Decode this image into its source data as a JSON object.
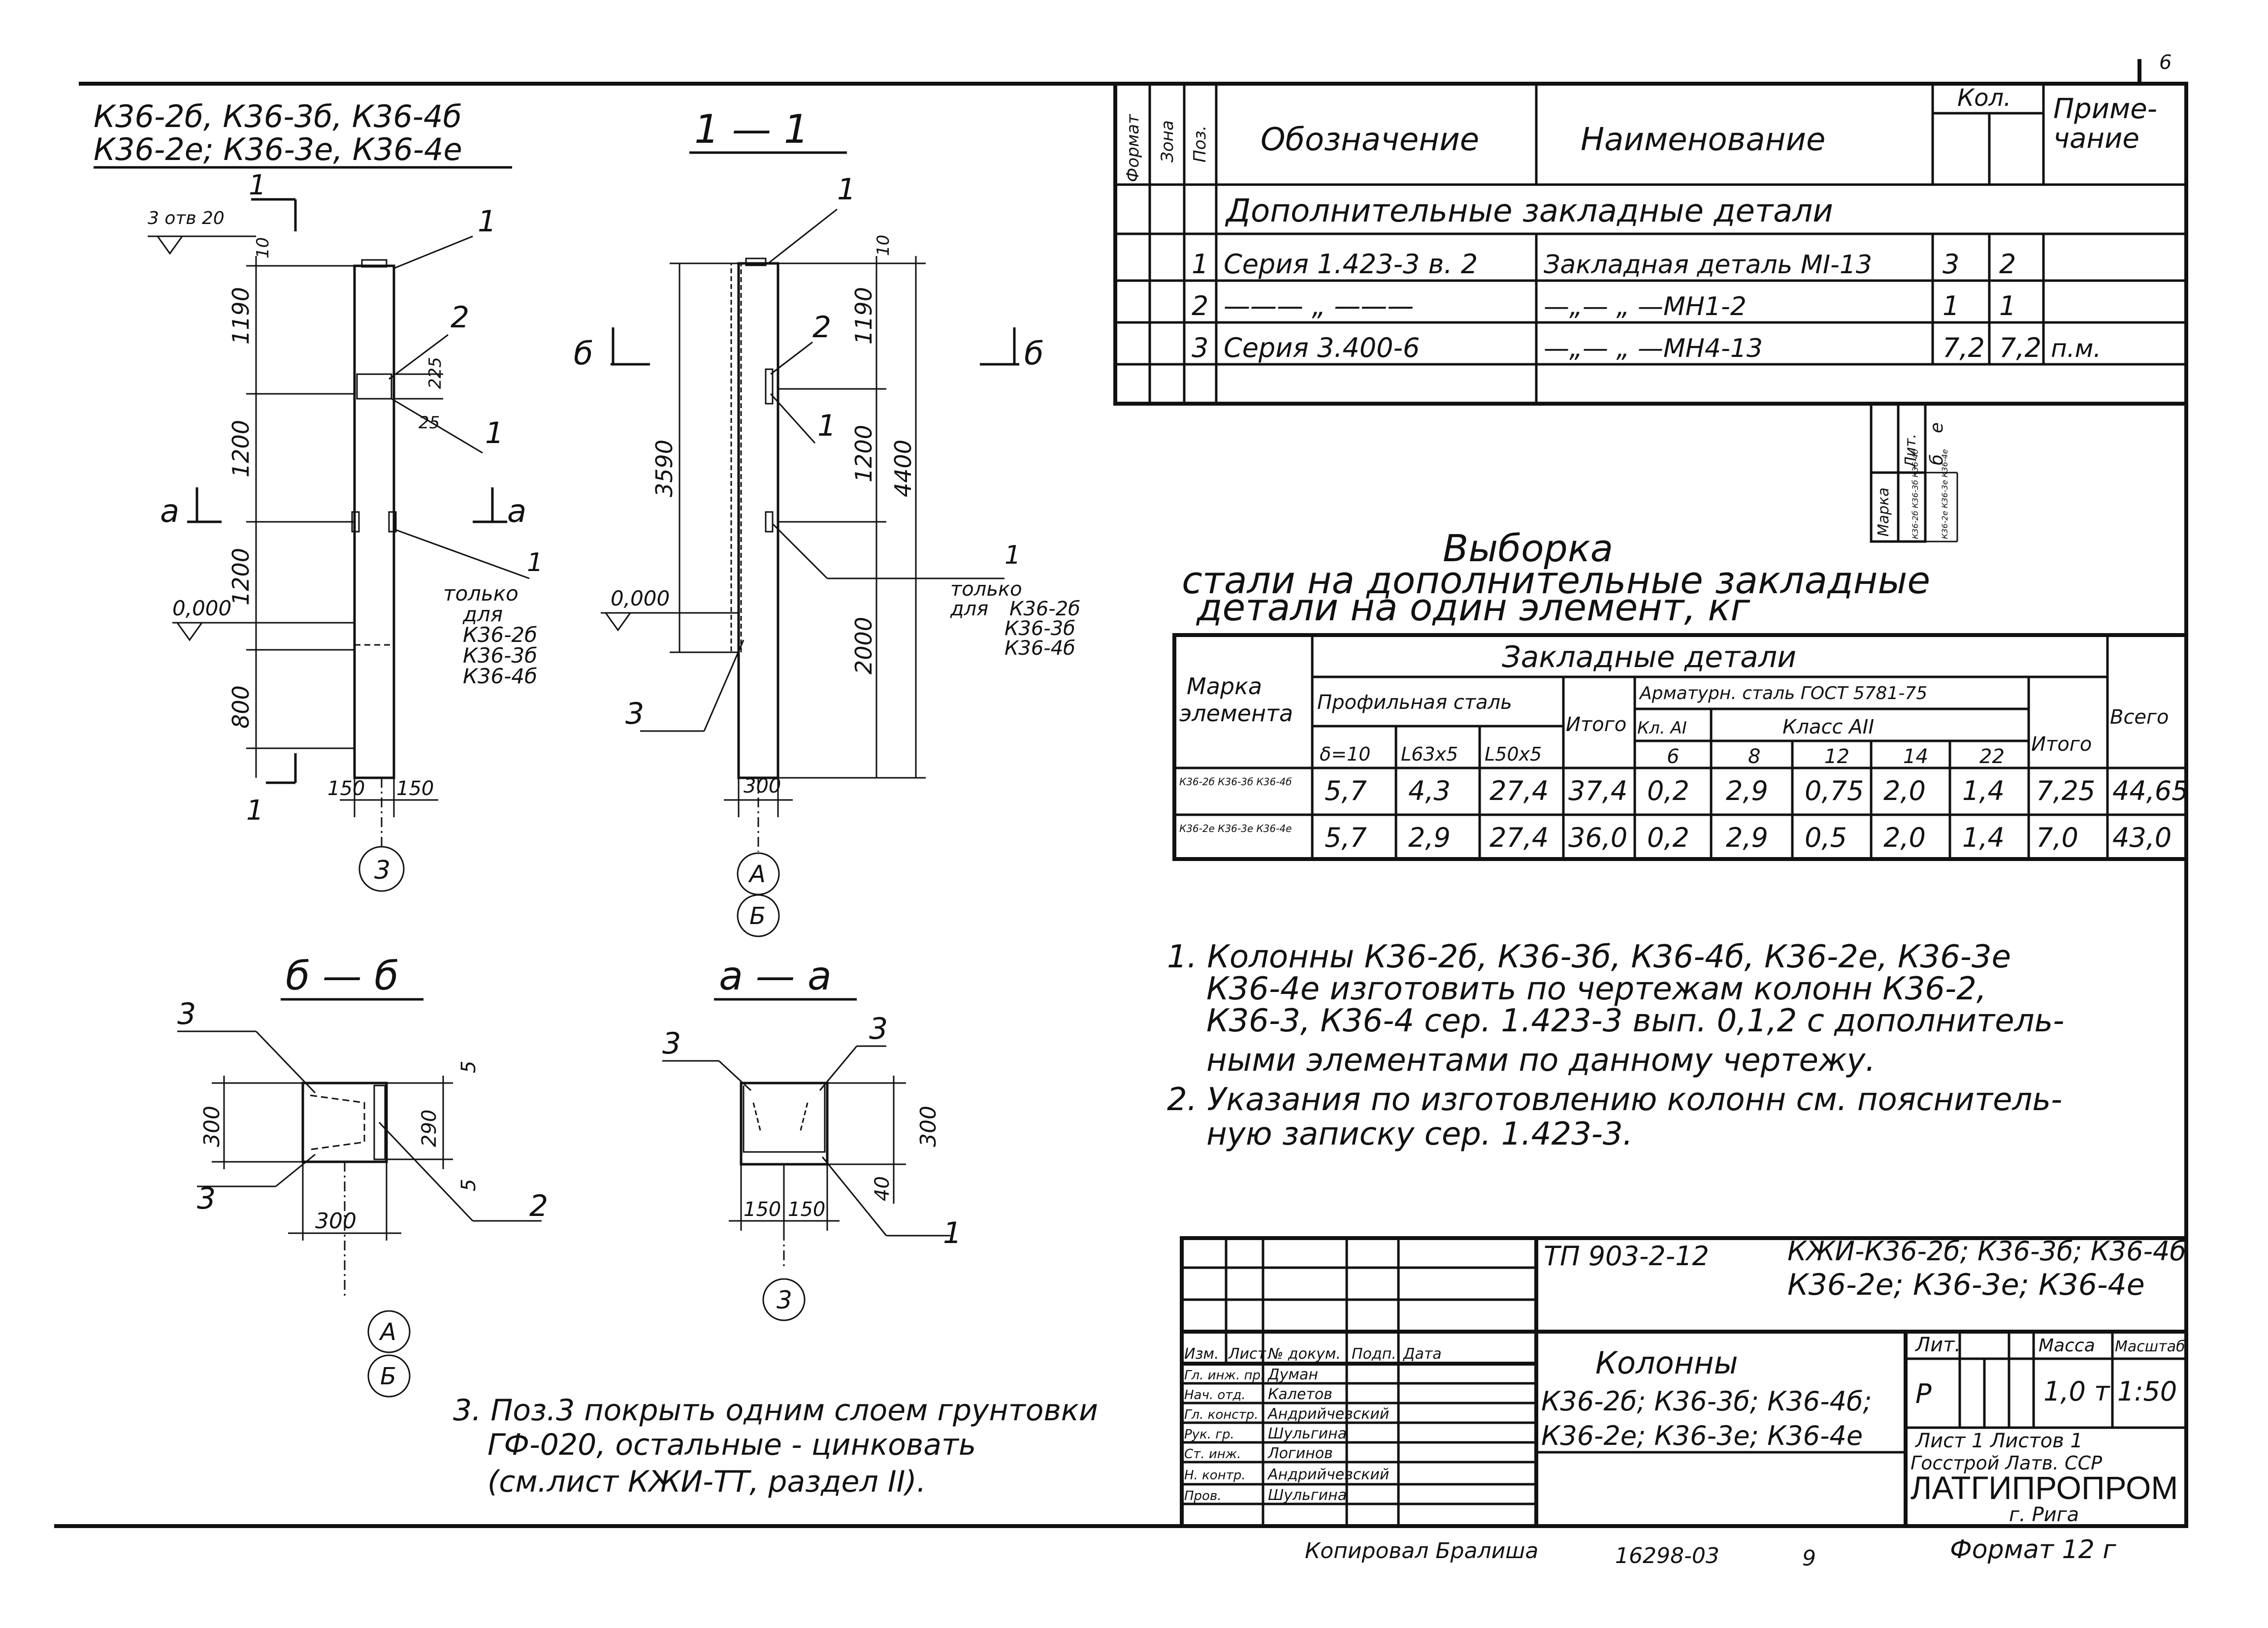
{
  "sheet": {
    "page_number": "6",
    "marks_title_line1": "К36-2б, К36-3б, К36-4б",
    "marks_title_line2": "К36-2е; К36-3е, К36-4е",
    "section_11": "1 — 1",
    "section_bb": "б — б",
    "section_aa": "а — а",
    "cut_labels": {
      "one": "1",
      "b": "б",
      "a": "а"
    },
    "axis_labels": {
      "three": "3",
      "A": "А",
      "B": "Б"
    }
  },
  "elevation_left": {
    "top_label": "3 отв 20",
    "dims": [
      "10",
      "1190",
      "1200",
      "1200",
      "800",
      "150",
      "150",
      "225",
      "25"
    ],
    "zero": "0,000",
    "pos_labels": [
      "1",
      "2",
      "1",
      "1"
    ],
    "note_only_for": [
      "только",
      "для",
      "К36-2б",
      "К36-3б",
      "К36-4б"
    ]
  },
  "elevation_right": {
    "dims": [
      "10",
      "1190",
      "1200",
      "2000",
      "3590",
      "4400",
      "300"
    ],
    "zero": "0,000",
    "pos_labels": [
      "1",
      "2",
      "1",
      "1",
      "3"
    ],
    "note_only_for": [
      "только",
      "для",
      "К36-2б",
      "К36-3б",
      "К36-4б"
    ]
  },
  "section_bb_dims": {
    "h": "300",
    "inner": "290",
    "w": "300",
    "gap_top": "5",
    "gap_bot": "5",
    "pos": [
      "3",
      "3",
      "2"
    ]
  },
  "section_aa_dims": {
    "h": "300",
    "d": "40",
    "w1": "150",
    "w2": "150",
    "pos": [
      "3",
      "3",
      "1"
    ]
  },
  "spec_table": {
    "headers": {
      "format": "Формат",
      "zone": "Зона",
      "pos": "Поз.",
      "designation": "Обозначение",
      "name": "Наименование",
      "qty": "Кол.",
      "note": "Приме-\nчание"
    },
    "group_title": "Дополнительные закладные детали",
    "rows": [
      {
        "pos": "1",
        "designation": "Серия 1.423-3 в. 2",
        "name": "Закладная деталь МI-13",
        "q1": "3",
        "q2": "2",
        "note": ""
      },
      {
        "pos": "2",
        "designation": "——— „ ———",
        "name": "—„— „ —МН1-2",
        "q1": "1",
        "q2": "1",
        "note": ""
      },
      {
        "pos": "3",
        "designation": "Серия 3.400-6",
        "name": "—„— „ —МН4-13",
        "q1": "7,2",
        "q2": "7,2",
        "note": "п.м."
      }
    ],
    "mark_block": {
      "lit": "Лит.",
      "marka": "Марка",
      "m1": "К36-2б К36-3б К36-4б",
      "m2": "К36-2е К36-3е К36-4е",
      "v1": "б",
      "v2": "е"
    }
  },
  "steel_table": {
    "title_line1": "Выборка",
    "title_line2": "стали на дополнительные закладные",
    "title_line3": "детали на один элемент, кг",
    "header_group": "Закладные детали",
    "col_mark": "Марка элемента",
    "col_profile": "Профильная сталь",
    "col_armat": "Арматурн. сталь ГОСТ 5781-75",
    "col_kl_a1": "Кл. АI",
    "col_klass_a2": "Класс АII",
    "col_itogo": "Итого",
    "col_vsego": "Всего",
    "sub_profile": [
      "δ=10",
      "L63x5",
      "L50x5"
    ],
    "sub_armat": [
      "6",
      "8",
      "12",
      "14",
      "22"
    ],
    "rows": [
      {
        "mark": "К36-2б К36-3б К36-4б",
        "vals": [
          "5,7",
          "4,3",
          "27,4",
          "37,4",
          "0,2",
          "2,9",
          "0,75",
          "2,0",
          "1,4",
          "7,25",
          "44,65"
        ]
      },
      {
        "mark": "К36-2е К36-3е К36-4е",
        "vals": [
          "5,7",
          "2,9",
          "27,4",
          "36,0",
          "0,2",
          "2,9",
          "0,5",
          "2,0",
          "1,4",
          "7,0",
          "43,0"
        ]
      }
    ]
  },
  "notes": {
    "n1": [
      "1.  Колонны К36-2б, К36-3б, К36-4б, К36-2е, К36-3е",
      "К36-4е изготовить по чертежам колонн К36-2,",
      "К36-3, К36-4 сер. 1.423-3 вып. 0,1,2 с дополнитель-",
      "ными элементами по данному чертежу."
    ],
    "n2": [
      "2.  Указания по изготовлению колонн см. пояснитель-",
      "ную записку сер. 1.423-3."
    ],
    "n3": [
      "3.  Поз.3 покрыть одним слоем грунтовки",
      "ГФ-020, остальные - цинковать",
      "(см.лист КЖИ-ТТ, раздел II)."
    ]
  },
  "title_block": {
    "project": "ТП 903-2-12",
    "code_line1": "КЖИ-К36-2б; К36-3б; К36-4б",
    "code_line2": "К36-2е; К36-3е; К36-4е",
    "hdr": [
      "Изм.",
      "Лист",
      "№ докум.",
      "Подп.",
      "Дата"
    ],
    "people": [
      [
        "Гл. инж. пр.",
        "Думан"
      ],
      [
        "Нач. отд.",
        "Калетов"
      ],
      [
        "Гл. констр.",
        "Андрийчевский"
      ],
      [
        "Рук. гр.",
        "Шульгина"
      ],
      [
        "Ст. инж.",
        "Логинов"
      ],
      [
        "Н. контр.",
        "Андрийчевский"
      ],
      [
        "Пров.",
        "Шульгина"
      ]
    ],
    "name_line1": "Колонны",
    "name_line2": "К36-2б; К36-3б; К36-4б;",
    "name_line3": "К36-2е; К36-3е; К36-4е",
    "lit_hdr": "Лит.",
    "mass_hdr": "Масса",
    "scale_hdr": "Масштаб",
    "lit": "Р",
    "mass": "1,0 т",
    "scale": "1:50",
    "sheet_info": "Лист 1   Листов 1",
    "org_line1": "Госстрой Латв. ССР",
    "org": "ЛАТГИПРОПРОМ",
    "city": "г. Рига",
    "copied": "Копировал Бралиша",
    "inv": "16298-03",
    "page9": "9",
    "format": "Формат 12 г"
  }
}
